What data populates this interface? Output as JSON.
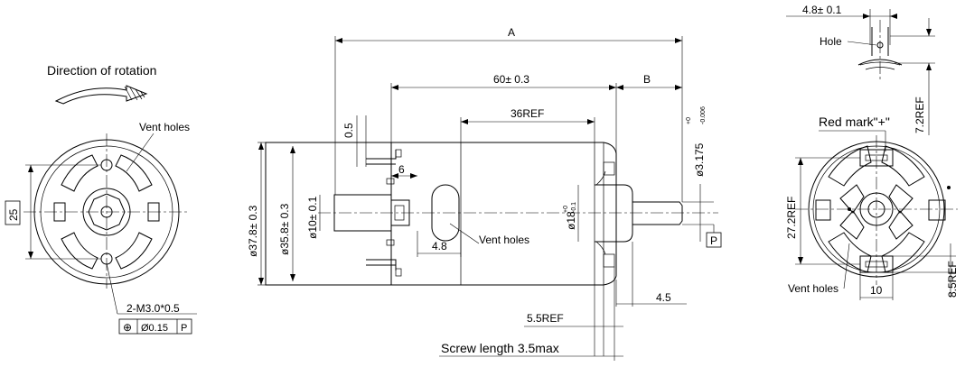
{
  "labels": {
    "direction": "Direction of rotation",
    "vent_left": "Vent holes",
    "vent_mid": "Vent holes",
    "vent_right": "Vent holes",
    "hole": "Hole",
    "red_mark": "Red mark\"+\"",
    "screw": "Screw length 3.5max",
    "m3": "2-M3.0*0.5",
    "tol_pos": "⊕",
    "tol_val": "Ø0.15",
    "tol_ref": "P",
    "datum": "P"
  },
  "dims": {
    "d25": "25",
    "A": "A",
    "B": "B",
    "d60": "60± 0.3",
    "d36": "36REF",
    "d05": "0.5",
    "d6": "6",
    "d48a": "4.8",
    "d378": "ø37.8± 0.3",
    "d358": "ø35.8± 0.3",
    "d10": "ø10± 0.1",
    "d18": "ø18",
    "d18tol_up": "+0",
    "d18tol_lo": "-0.1",
    "d3175": "ø3.175",
    "d3175tol_up": "+0",
    "d3175tol_lo": "-0.006",
    "d45": "4.5",
    "d55": "5.5REF",
    "d48b": "4.8± 0.1",
    "d72": "7.2REF",
    "d272": "27.2REF",
    "d10b": "10",
    "d85": "8.5REF"
  }
}
